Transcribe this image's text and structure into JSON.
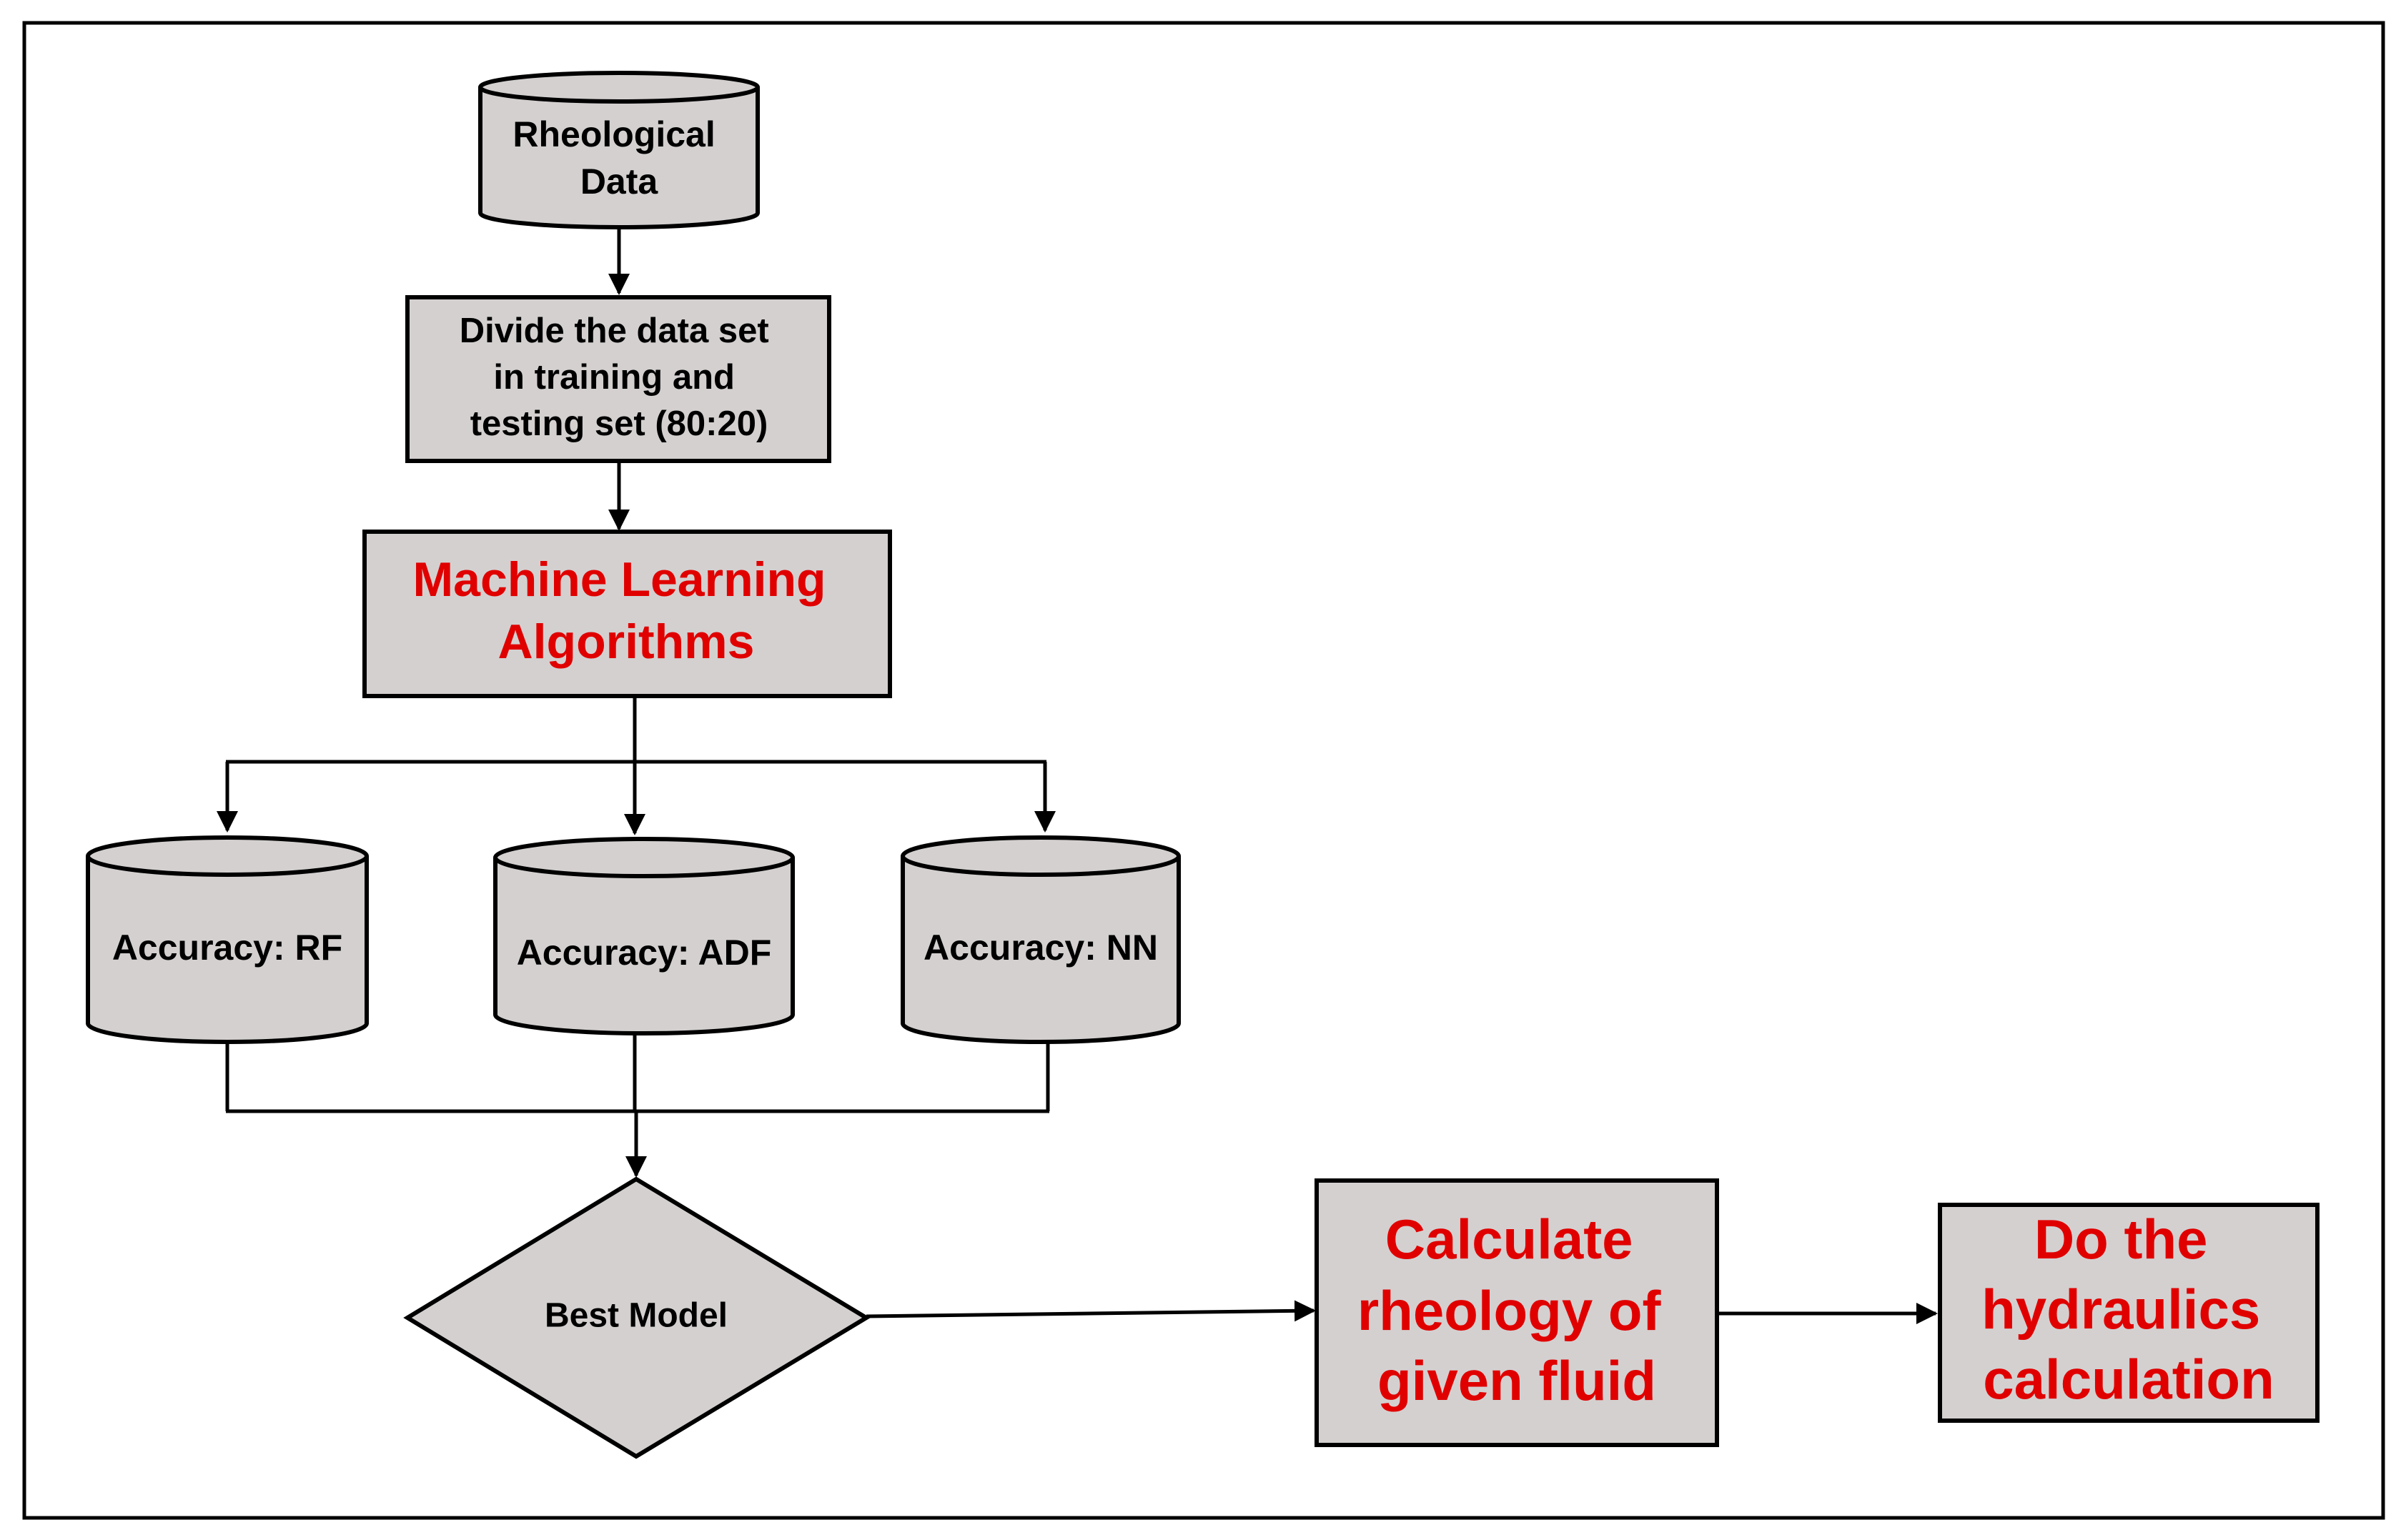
{
  "nodes": {
    "rheological_data": {
      "lines": [
        "Rheological",
        "Data"
      ]
    },
    "divide_data": {
      "lines": [
        "Divide the data set",
        "in training and",
        "testing set (80:20)"
      ]
    },
    "ml_algorithms": {
      "lines": [
        "Machine Learning",
        "Algorithms"
      ]
    },
    "accuracy_rf": {
      "label": "Accuracy:  RF"
    },
    "accuracy_adf": {
      "label": "Accuracy:  ADF"
    },
    "accuracy_nn": {
      "label": "Accuracy:  NN"
    },
    "best_model": {
      "label": "Best Model"
    },
    "calculate_rheology": {
      "lines": [
        "Calculate",
        "rheology of",
        "given fluid"
      ]
    },
    "hydraulics": {
      "lines": [
        "Do the",
        "hydraulics",
        "calculation"
      ]
    }
  },
  "colors": {
    "highlight_text": "#e00000",
    "body_text": "#000000",
    "shape_fill": "#d4d0d0",
    "stroke": "#000000"
  }
}
